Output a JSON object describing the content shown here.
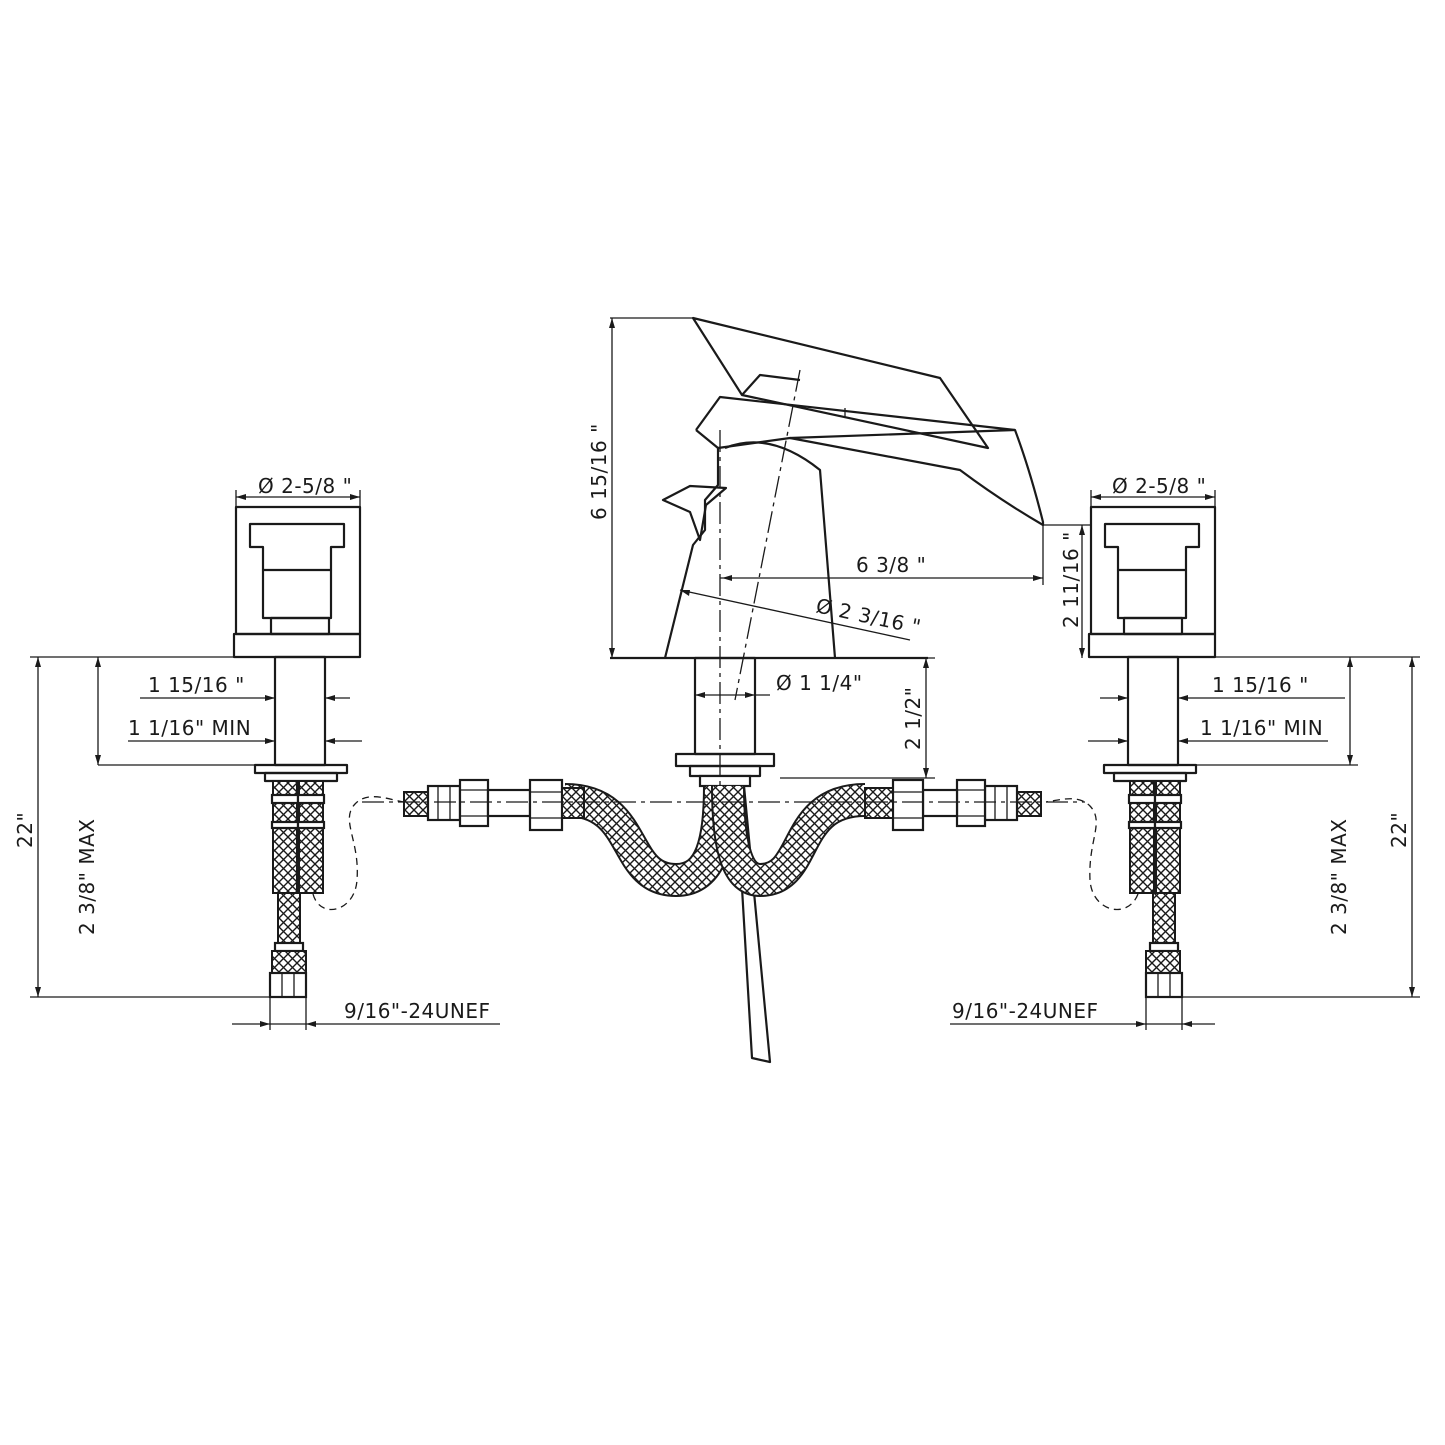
{
  "labels": {
    "left_handle_dia": "Ø 2-5/8 \"",
    "right_handle_dia": "Ø 2-5/8 \"",
    "spout_height": "6 15/16 \"",
    "spout_reach": "6 3/8 \"",
    "spout_dia": "Ø 2 3/16 \"",
    "spout_shank_dia": "Ø 1 1/4\"",
    "spout_shank_len": "2 1/2\"",
    "right_handle_height": "2 11/16 \"",
    "left_shank_width": "1 15/16 \"",
    "right_shank_width": "1 15/16 \"",
    "left_shank_min": "1 1/16\" MIN",
    "right_shank_min": "1 1/16\" MIN",
    "left_total": "22\"",
    "right_total": "22\"",
    "left_max": "2 3/8\" MAX",
    "right_max": "2 3/8\" MAX",
    "left_thread": "9/16\"-24UNEF",
    "right_thread": "9/16\"-24UNEF"
  },
  "colors": {
    "line": "#1a1a1a",
    "background": "#ffffff"
  }
}
